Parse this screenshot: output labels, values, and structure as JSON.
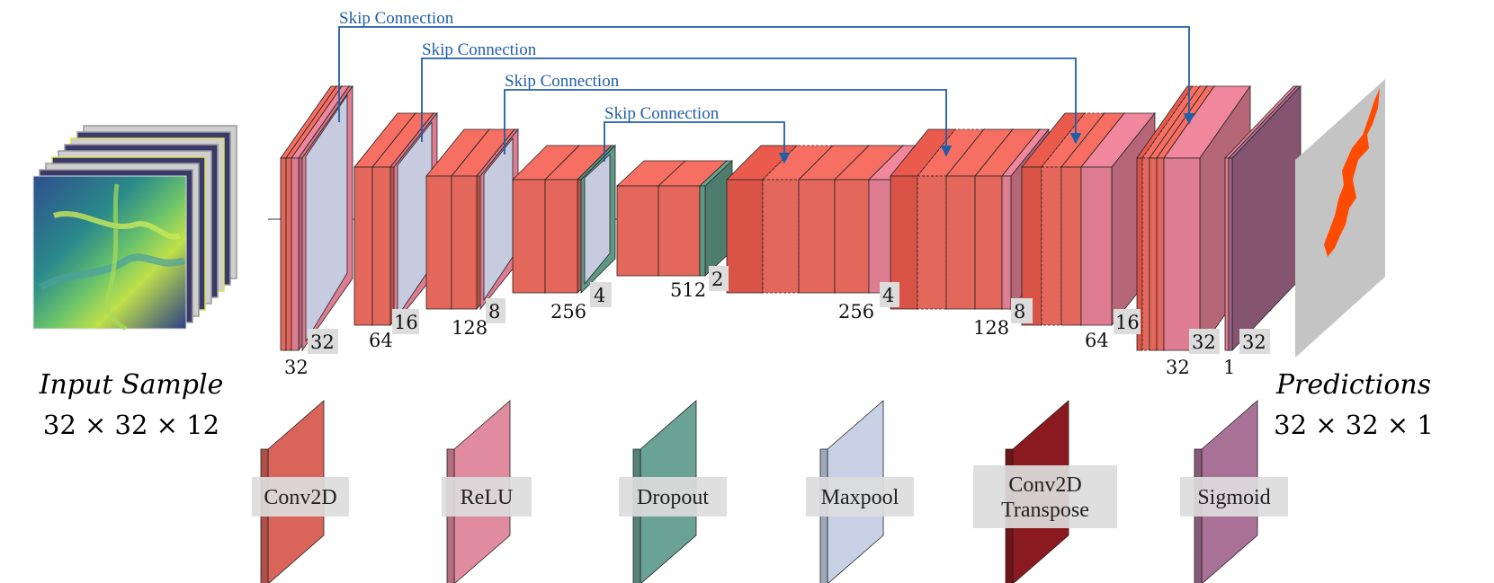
{
  "diagram": {
    "skip_connections": [
      "Skip Connection",
      "Skip Connection",
      "Skip Connection",
      "Skip Connection"
    ],
    "input": {
      "title": "Input Sample",
      "shape": "32 × 32 × 12"
    },
    "output": {
      "title": "Predictions",
      "shape": "32 × 32 × 1"
    },
    "dims": {
      "enc1_depth": "32",
      "enc1_spatial": "32",
      "enc2_depth": "64",
      "enc2_spatial": "16",
      "enc3_depth": "128",
      "enc3_spatial": "8",
      "enc4_depth": "256",
      "enc4_spatial": "4",
      "bottleneck_depth": "512",
      "bottleneck_spatial": "2",
      "dec4_depth": "256",
      "dec4_spatial": "4",
      "dec3_depth": "128",
      "dec3_spatial": "8",
      "dec2_depth": "64",
      "dec2_spatial": "16",
      "dec1_depth": "32",
      "dec1_spatial": "32",
      "out_depth": "1",
      "out_spatial": "32"
    },
    "legend": [
      {
        "label": "Conv2D",
        "color": "#d9645a"
      },
      {
        "label": "ReLU",
        "color": "#e08ba0"
      },
      {
        "label": "Dropout",
        "color": "#6aa394"
      },
      {
        "label": "Maxpool",
        "color": "#c8d1e6"
      },
      {
        "label": "Conv2D Transpose",
        "color": "#8a1a1f"
      },
      {
        "label": "Sigmoid",
        "color": "#a87195"
      }
    ],
    "colors": {
      "conv": "#e4675b",
      "relu": "#de7d91",
      "dropout": "#5f9985",
      "maxpool": "#c6cbe0",
      "sigmoid": "#a2678a",
      "skip": "#1f5ea8",
      "prediction": "#ff4b00"
    }
  }
}
